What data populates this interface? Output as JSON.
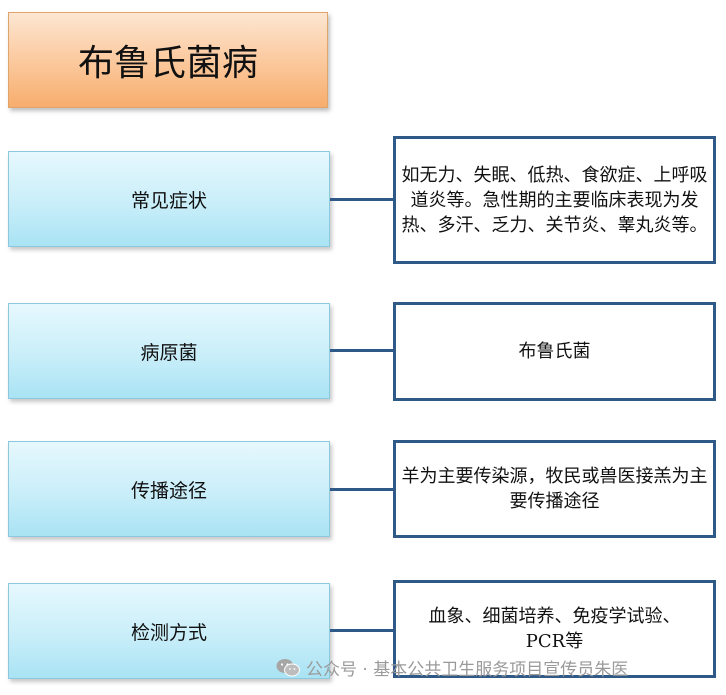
{
  "title": "布鲁氏菌病",
  "rows": [
    {
      "category": "常见症状",
      "detail": "如无力、失眠、低热、食欲症、上呼吸道炎等。急性期的主要临床表现为发热、多汗、乏力、关节炎、睾丸炎等。"
    },
    {
      "category": "病原菌",
      "detail": "布鲁氏菌"
    },
    {
      "category": "传播途径",
      "detail": "羊为主要传染源，牧民或兽医接羔为主要传播途径"
    },
    {
      "category": "检测方式",
      "detail": "血象、细菌培养、免疫学试验、PCR等"
    }
  ],
  "watermark": {
    "icon": "wechat-icon",
    "text": "公众号 · 基本公共卫生服务项目宣传员朱医"
  }
}
